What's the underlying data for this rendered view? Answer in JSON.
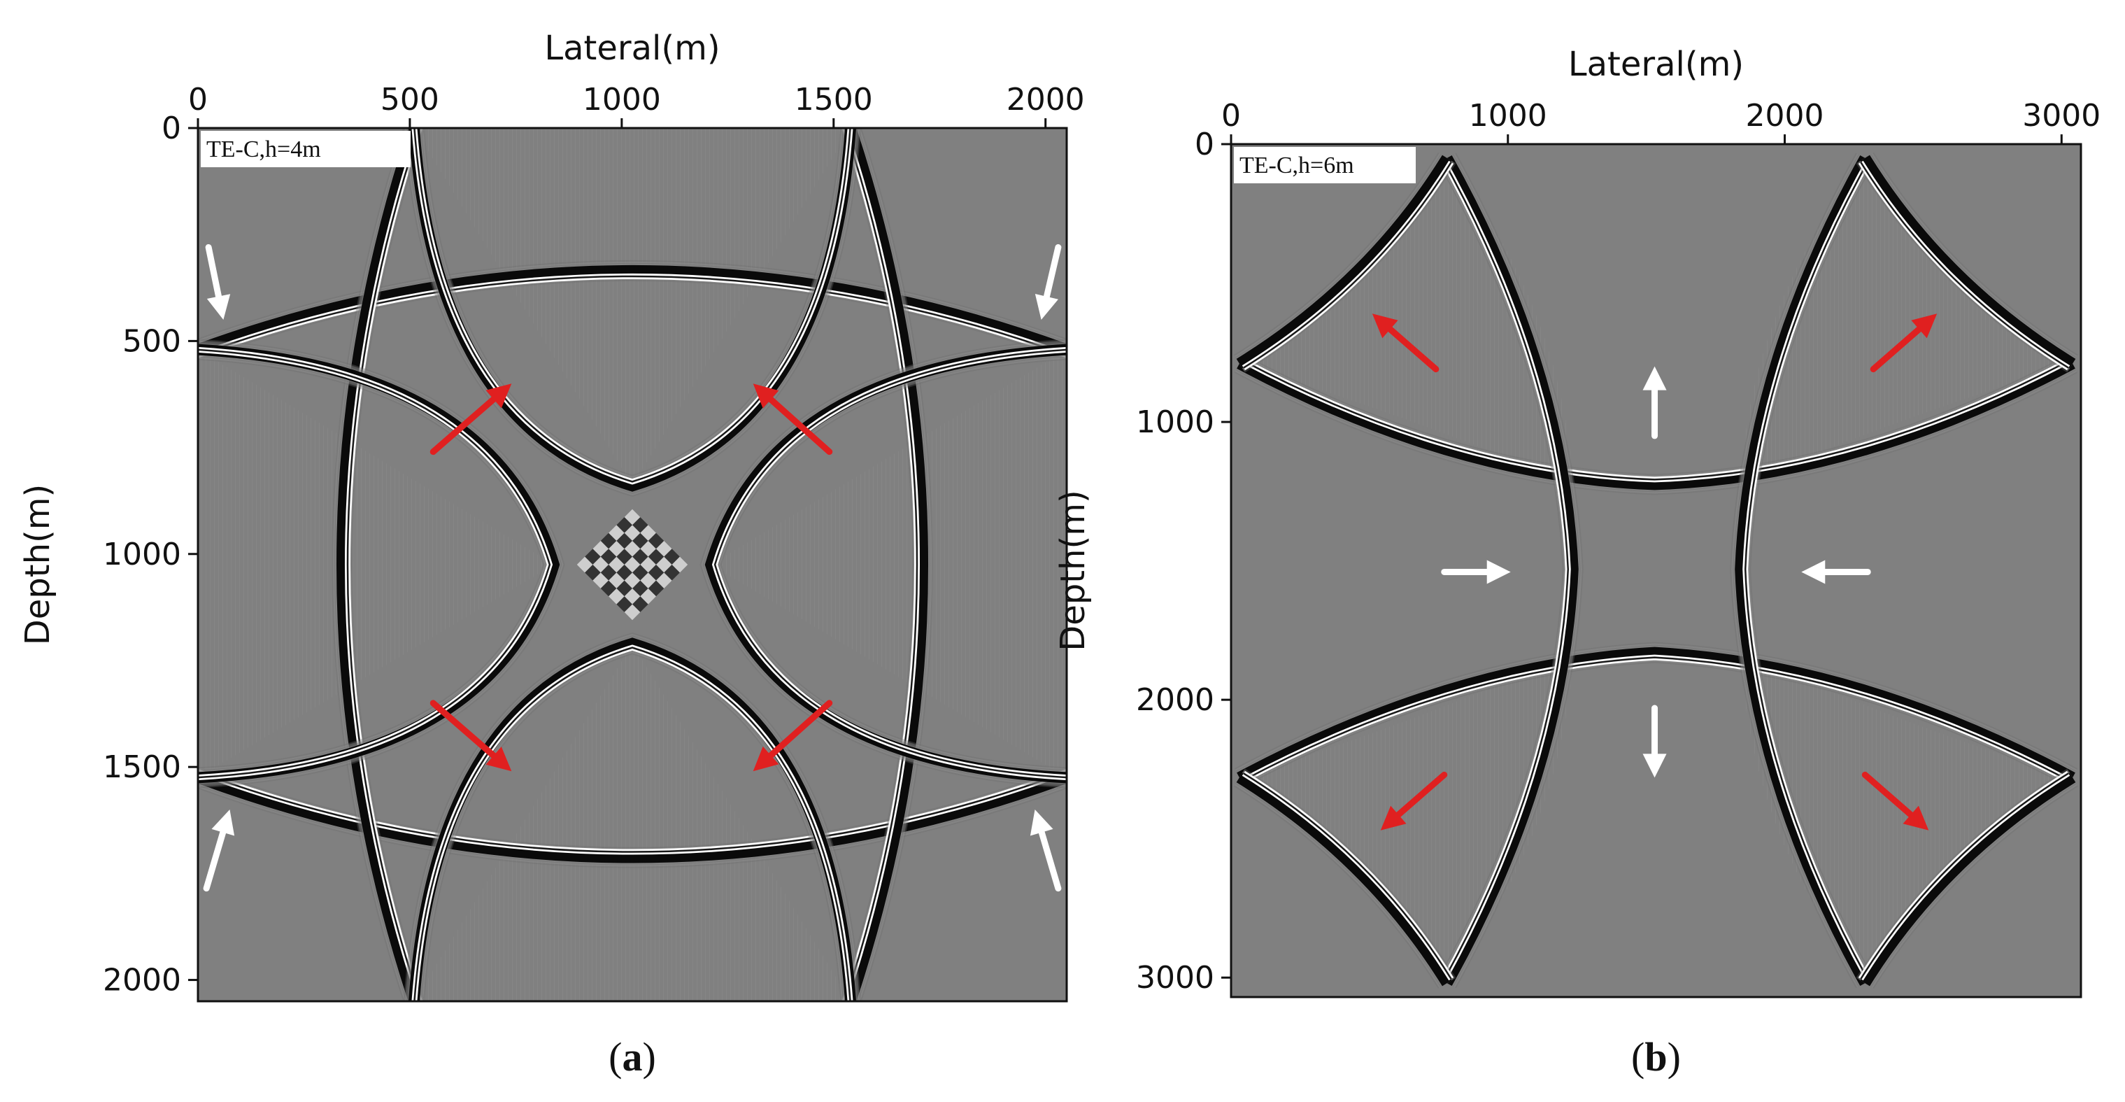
{
  "chart_data": [
    {
      "type": "heatmap",
      "panel": "(a)",
      "caption_letter": "a",
      "annotation": "TE-C,h=4m",
      "xlabel": "Lateral(m)",
      "ylabel": "Depth(m)",
      "x_axis_position": "top",
      "xlim": [
        0,
        2050
      ],
      "ylim": [
        0,
        2050
      ],
      "y_inverted": true,
      "xticks": [
        0,
        500,
        1000,
        1500,
        2000
      ],
      "yticks": [
        0,
        500,
        1000,
        1500,
        2000
      ],
      "xtick_labels": [
        "0",
        "500",
        "1000",
        "1500",
        "2000"
      ],
      "ytick_labels": [
        "0",
        "500",
        "1000",
        "1500",
        "2000"
      ],
      "background_color": "#808080",
      "wavefronts": {
        "side_arcs": [
          {
            "pos": 1025,
            "extent_low": 0,
            "extent_high": 2050,
            "orientation": "horizontal-top",
            "edge": 330,
            "end": 520
          },
          {
            "pos": 1025,
            "extent_low": 0,
            "extent_high": 2050,
            "orientation": "horizontal-bottom",
            "edge": 1715,
            "end": 1525
          },
          {
            "orientation": "vertical-left",
            "edge": 340,
            "end": 510
          },
          {
            "orientation": "vertical-right",
            "edge": 1710,
            "end": 1540
          }
        ],
        "cusp_curves": [
          {
            "from": [
              510,
              0
            ],
            "to": [
              1025,
              840
            ],
            "side": "left-top"
          },
          {
            "from": [
              1540,
              0
            ],
            "to": [
              1025,
              840
            ],
            "side": "right-top"
          },
          {
            "from": [
              510,
              2050
            ],
            "to": [
              1025,
              1210
            ],
            "side": "left-bottom"
          },
          {
            "from": [
              1540,
              2050
            ],
            "to": [
              1025,
              1210
            ],
            "side": "right-bottom"
          }
        ],
        "center_crossing": [
          1025,
          1025
        ]
      },
      "arrows": [
        {
          "color": "#ffffff",
          "from": [
            25,
            280
          ],
          "to": [
            60,
            450
          ]
        },
        {
          "color": "#ffffff",
          "from": [
            2030,
            280
          ],
          "to": [
            1990,
            450
          ]
        },
        {
          "color": "#ffffff",
          "from": [
            20,
            1785
          ],
          "to": [
            75,
            1600
          ]
        },
        {
          "color": "#ffffff",
          "from": [
            2030,
            1785
          ],
          "to": [
            1975,
            1600
          ]
        },
        {
          "color": "#e02020",
          "from": [
            555,
            760
          ],
          "to": [
            740,
            600
          ]
        },
        {
          "color": "#e02020",
          "from": [
            1490,
            760
          ],
          "to": [
            1310,
            600
          ]
        },
        {
          "color": "#e02020",
          "from": [
            555,
            1350
          ],
          "to": [
            740,
            1510
          ]
        },
        {
          "color": "#e02020",
          "from": [
            1490,
            1350
          ],
          "to": [
            1310,
            1510
          ]
        }
      ]
    },
    {
      "type": "heatmap",
      "panel": "(b)",
      "caption_letter": "b",
      "annotation": "TE-C,h=6m",
      "xlabel": "Lateral(m)",
      "ylabel": "Depth(m)",
      "x_axis_position": "top",
      "xlim": [
        0,
        3070
      ],
      "ylim": [
        0,
        3070
      ],
      "y_inverted": true,
      "xticks": [
        0,
        1000,
        2000,
        3000
      ],
      "yticks": [
        0,
        1000,
        2000,
        3000
      ],
      "xtick_labels": [
        "0",
        "1000",
        "2000",
        "3000"
      ],
      "ytick_labels": [
        "0",
        "1000",
        "2000",
        "3000"
      ],
      "background_color": "#808080",
      "wavefronts": {
        "inner_box": [
          1235,
          1225,
          1840,
          1830
        ],
        "corner_tips": [
          [
            780,
            50
          ],
          [
            2290,
            50
          ],
          [
            780,
            3020
          ],
          [
            2290,
            3020
          ],
          [
            30,
            790
          ],
          [
            3040,
            790
          ],
          [
            30,
            2280
          ],
          [
            3040,
            2280
          ]
        ]
      },
      "arrows": [
        {
          "color": "#ffffff",
          "from": [
            1530,
            1050
          ],
          "to": [
            1530,
            800
          ]
        },
        {
          "color": "#ffffff",
          "from": [
            1530,
            2030
          ],
          "to": [
            1530,
            2280
          ]
        },
        {
          "color": "#ffffff",
          "from": [
            770,
            1540
          ],
          "to": [
            1010,
            1540
          ]
        },
        {
          "color": "#ffffff",
          "from": [
            2300,
            1540
          ],
          "to": [
            2060,
            1540
          ]
        },
        {
          "color": "#e02020",
          "from": [
            740,
            810
          ],
          "to": [
            510,
            610
          ]
        },
        {
          "color": "#e02020",
          "from": [
            2320,
            810
          ],
          "to": [
            2550,
            610
          ]
        },
        {
          "color": "#e02020",
          "from": [
            770,
            2270
          ],
          "to": [
            540,
            2470
          ]
        },
        {
          "color": "#e02020",
          "from": [
            2290,
            2270
          ],
          "to": [
            2520,
            2470
          ]
        }
      ]
    }
  ]
}
